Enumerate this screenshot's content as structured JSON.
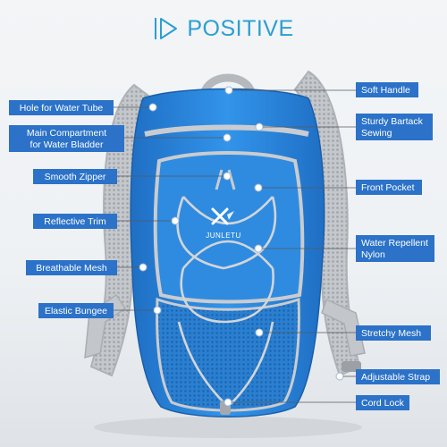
{
  "title": "POSITIVE",
  "labels": {
    "left": [
      {
        "lines": [
          "Hole for Water Tube"
        ]
      },
      {
        "lines": [
          "Main Compartment",
          "for Water Bladder"
        ]
      },
      {
        "lines": [
          "Smooth Zipper"
        ]
      },
      {
        "lines": [
          "Reflective Trim"
        ]
      },
      {
        "lines": [
          "Breathable Mesh"
        ]
      },
      {
        "lines": [
          "Elastic Bungee"
        ]
      }
    ],
    "right": [
      {
        "lines": [
          "Soft Handle"
        ]
      },
      {
        "lines": [
          "Sturdy Bartack",
          "Sewing"
        ]
      },
      {
        "lines": [
          "Front Pocket"
        ]
      },
      {
        "lines": [
          "Water Repellent",
          "Nylon"
        ]
      },
      {
        "lines": [
          "Stretchy Mesh"
        ]
      },
      {
        "lines": [
          "Adjustable Strap"
        ]
      },
      {
        "lines": [
          "Cord Lock"
        ]
      }
    ]
  },
  "brand": "JUNLETU",
  "colors": {
    "label_bg": "#2b72c8",
    "title": "#2a9fd0",
    "pack_blue": "#2f8be0",
    "pack_gray": "#c9ccd0"
  },
  "icons": [
    "play-outline-icon",
    "brand-logo-icon",
    "callout-dot-icon"
  ]
}
